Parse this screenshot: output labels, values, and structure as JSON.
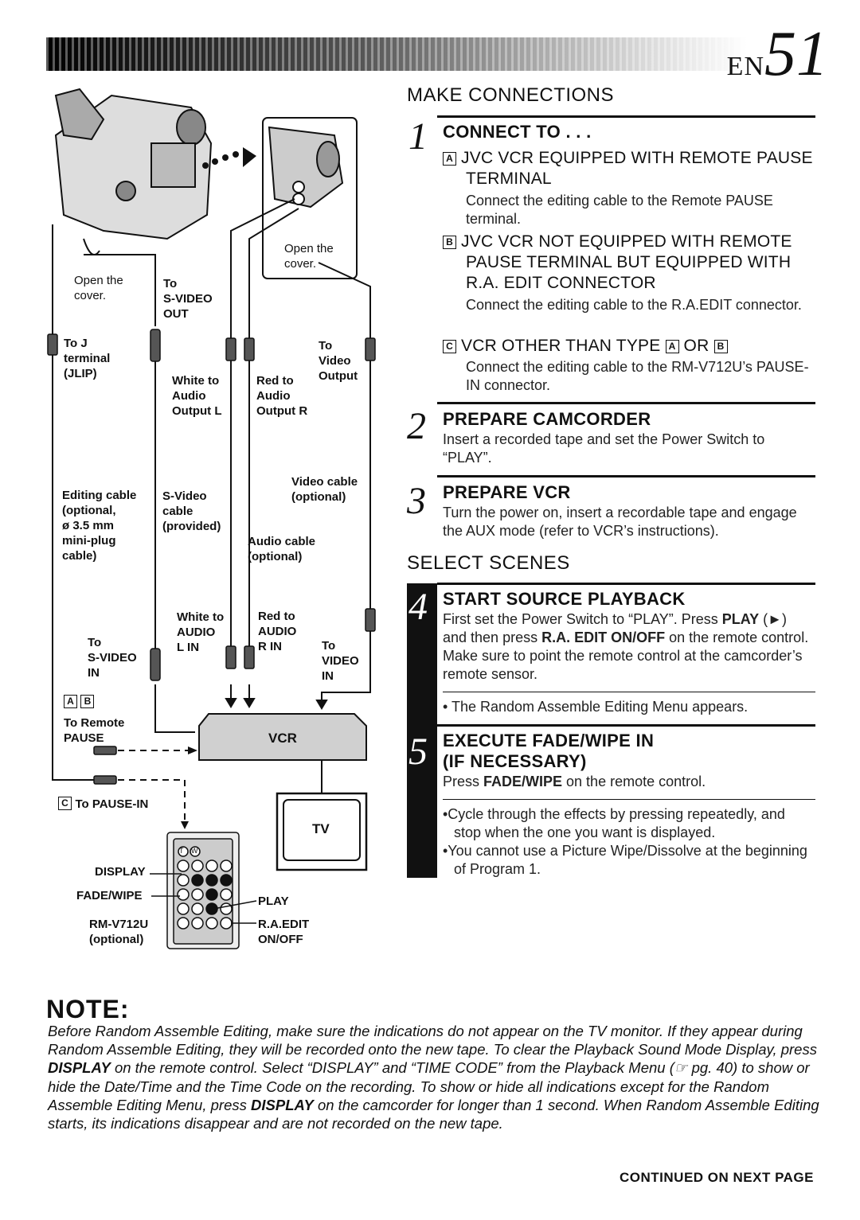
{
  "header": {
    "prefix": "EN",
    "page_number": "51"
  },
  "make_connections": {
    "title": "MAKE CONNECTIONS",
    "step1": {
      "number": "1",
      "title": "CONNECT TO . . .",
      "a_letter": "A",
      "a_title_1": "JVC VCR EQUIPPED WITH REMOTE PAUSE",
      "a_title_2": "TERMINAL",
      "a_text": "Connect the editing cable to the Remote PAUSE terminal.",
      "b_letter": "B",
      "b_title_1": "JVC VCR NOT EQUIPPED WITH REMOTE",
      "b_title_2": "PAUSE TERMINAL BUT EQUIPPED WITH",
      "b_title_3": "R.A. EDIT CONNECTOR",
      "b_text": "Connect the editing cable to the R.A.EDIT connector.",
      "c_letter": "C",
      "c_title_pre": "VCR OTHER THAN TYPE",
      "c_title_or": "OR",
      "c_text": "Connect the editing cable to the RM-V712U’s PAUSE-IN connector."
    },
    "step2": {
      "number": "2",
      "title": "PREPARE CAMCORDER",
      "text": "Insert a recorded tape and set the Power Switch to “PLAY”."
    },
    "step3": {
      "number": "3",
      "title": "PREPARE VCR",
      "text": "Turn the power on, insert a recordable tape and engage the AUX mode (refer to VCR’s instructions)."
    }
  },
  "select_scenes": {
    "title": "SELECT SCENES",
    "step4": {
      "number": "4",
      "title": "START SOURCE PLAYBACK",
      "t1": "First set the Power Switch to “PLAY”. Press ",
      "b1": "PLAY",
      "t2": " (►) and then press ",
      "b2": "R.A. EDIT ON/OFF",
      "t3": " on the remote control. Make sure to point the remote control at the camcorder’s remote sensor.",
      "bullet": "• The Random Assemble Editing Menu appears."
    },
    "step5": {
      "number": "5",
      "title_1": "EXECUTE FADE/WIPE IN",
      "title_2": "(IF NECESSARY)",
      "t1": "Press ",
      "b1": "FADE/WIPE",
      "t2": " on the remote control.",
      "bullet1": "•Cycle through the effects by pressing repeatedly, and stop when the one you want is displayed.",
      "bullet2": "•You cannot use a Picture Wipe/Dissolve at the beginning of Program 1."
    }
  },
  "diagram": {
    "open_cover_left": "Open the\ncover.",
    "open_cover_right": "Open the\ncover.",
    "to_svideo_out": "To\nS-VIDEO\nOUT",
    "to_j_terminal": "To J\nterminal\n(JLIP)",
    "to_video_output": "To\nVideo\nOutput",
    "white_audio_out": "White to\nAudio\nOutput L",
    "red_audio_out": "Red to\nAudio\nOutput R",
    "video_cable": "Video cable\n(optional)",
    "editing_cable": "Editing cable\n(optional,\nø 3.5 mm\nmini-plug\ncable)",
    "svideo_cable": "S-Video\ncable\n(provided)",
    "audio_cable": "Audio cable\n(optional)",
    "white_audio_in": "White to\nAUDIO\nL IN",
    "red_audio_in": "Red to\nAUDIO\nR IN",
    "to_svideo_in": "To\nS-VIDEO\nIN",
    "to_video_in": "To\nVIDEO\nIN",
    "ab_a": "A",
    "ab_b": "B",
    "to_remote_pause": "To Remote\nPAUSE",
    "vcr": "VCR",
    "c_letter": "C",
    "to_pause_in": "To PAUSE-IN",
    "tv": "TV",
    "display": "DISPLAY",
    "fade_wipe": "FADE/WIPE",
    "rm_model": "RM-V712U\n(optional)",
    "play": "PLAY",
    "ra_edit": "R.A.EDIT\nON/OFF",
    "remote_t": "T",
    "remote_w": "W"
  },
  "note": {
    "title": "NOTE:",
    "t1": "Before Random Assemble Editing, make sure the indications do not appear on the TV monitor. If they appear during Random Assemble Editing, they will be recorded onto the new tape. To clear the Playback Sound Mode Display, press ",
    "b1": "DISPLAY",
    "t2": " on the remote control. Select “DISPLAY” and “TIME CODE” from the Playback Menu (☞ pg. 40) to show or hide the Date/Time and the Time Code on the recording. To show or hide all indications except for the Random Assemble Editing Menu, press ",
    "b2": "DISPLAY",
    "t3": " on the camcorder for longer than 1 second. When Random Assemble Editing starts, its indications disappear and are not recorded on the new tape."
  },
  "footer": {
    "continued": "CONTINUED ON NEXT PAGE"
  }
}
